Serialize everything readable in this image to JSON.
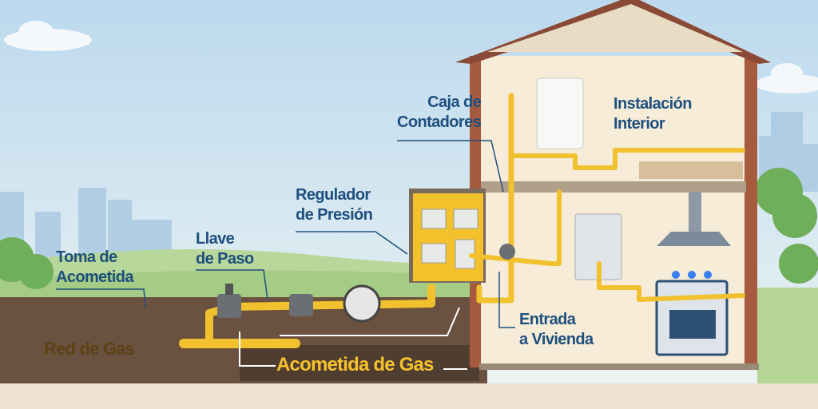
{
  "labels": {
    "caja_contadores": [
      "Caja de",
      "Contadores"
    ],
    "instalacion_interior": [
      "Instalación",
      "Interior"
    ],
    "regulador_presion": [
      "Regulador",
      "de Presión"
    ],
    "llave_paso": [
      "Llave",
      "de Paso"
    ],
    "toma_acometida": [
      "Toma de",
      "Acometida"
    ],
    "entrada_vivienda": [
      "Entrada",
      "a Vivienda"
    ],
    "red_de_gas": "Red de Gas",
    "acometida_de_gas": "Acometida de Gas"
  },
  "colors": {
    "label": "#1e4f7f",
    "pipe": "#f2c12e",
    "soil": "#6b5240",
    "wall": "#f6ecd8",
    "brick": "#a65a3e"
  }
}
